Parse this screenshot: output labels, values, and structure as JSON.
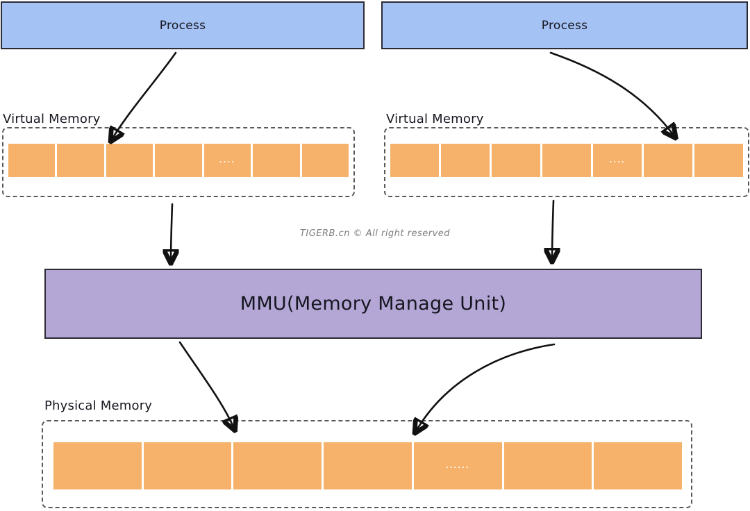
{
  "watermark": "TIGERB.cn © All right reserved",
  "processes": {
    "left_label": "Process",
    "right_label": "Process"
  },
  "virtual_memory_left": {
    "label": "Virtual Memory",
    "cells": [
      "",
      "",
      "",
      "",
      "....",
      "",
      ""
    ]
  },
  "virtual_memory_right": {
    "label": "Virtual Memory",
    "cells": [
      "",
      "",
      "",
      "",
      "....",
      "",
      ""
    ]
  },
  "mmu": {
    "label": "MMU(Memory Manage Unit)"
  },
  "physical_memory": {
    "label": "Physical Memory",
    "cells": [
      "",
      "",
      "",
      "",
      "......",
      "",
      ""
    ]
  },
  "colors": {
    "process_fill": "#A4C2F4",
    "memory_cell_fill": "#F6B26B",
    "mmu_fill": "#B4A7D6",
    "box_border": "#2b2b34",
    "dashed_border": "#595959",
    "watermark_color": "#7d7d7d",
    "text_color": "#161620"
  }
}
